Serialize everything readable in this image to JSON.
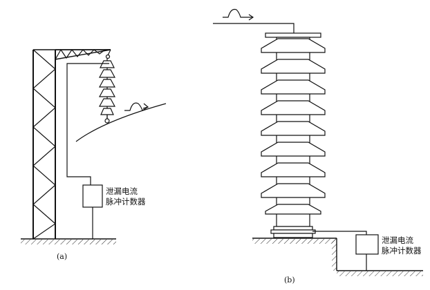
{
  "panel_a": {
    "caption": "(a)",
    "counter_label_line1": "泄漏电流",
    "counter_label_line2": "脉冲计数器"
  },
  "panel_b": {
    "caption": "(b)",
    "counter_label_line1": "泄漏电流",
    "counter_label_line2": "脉冲计数器"
  }
}
